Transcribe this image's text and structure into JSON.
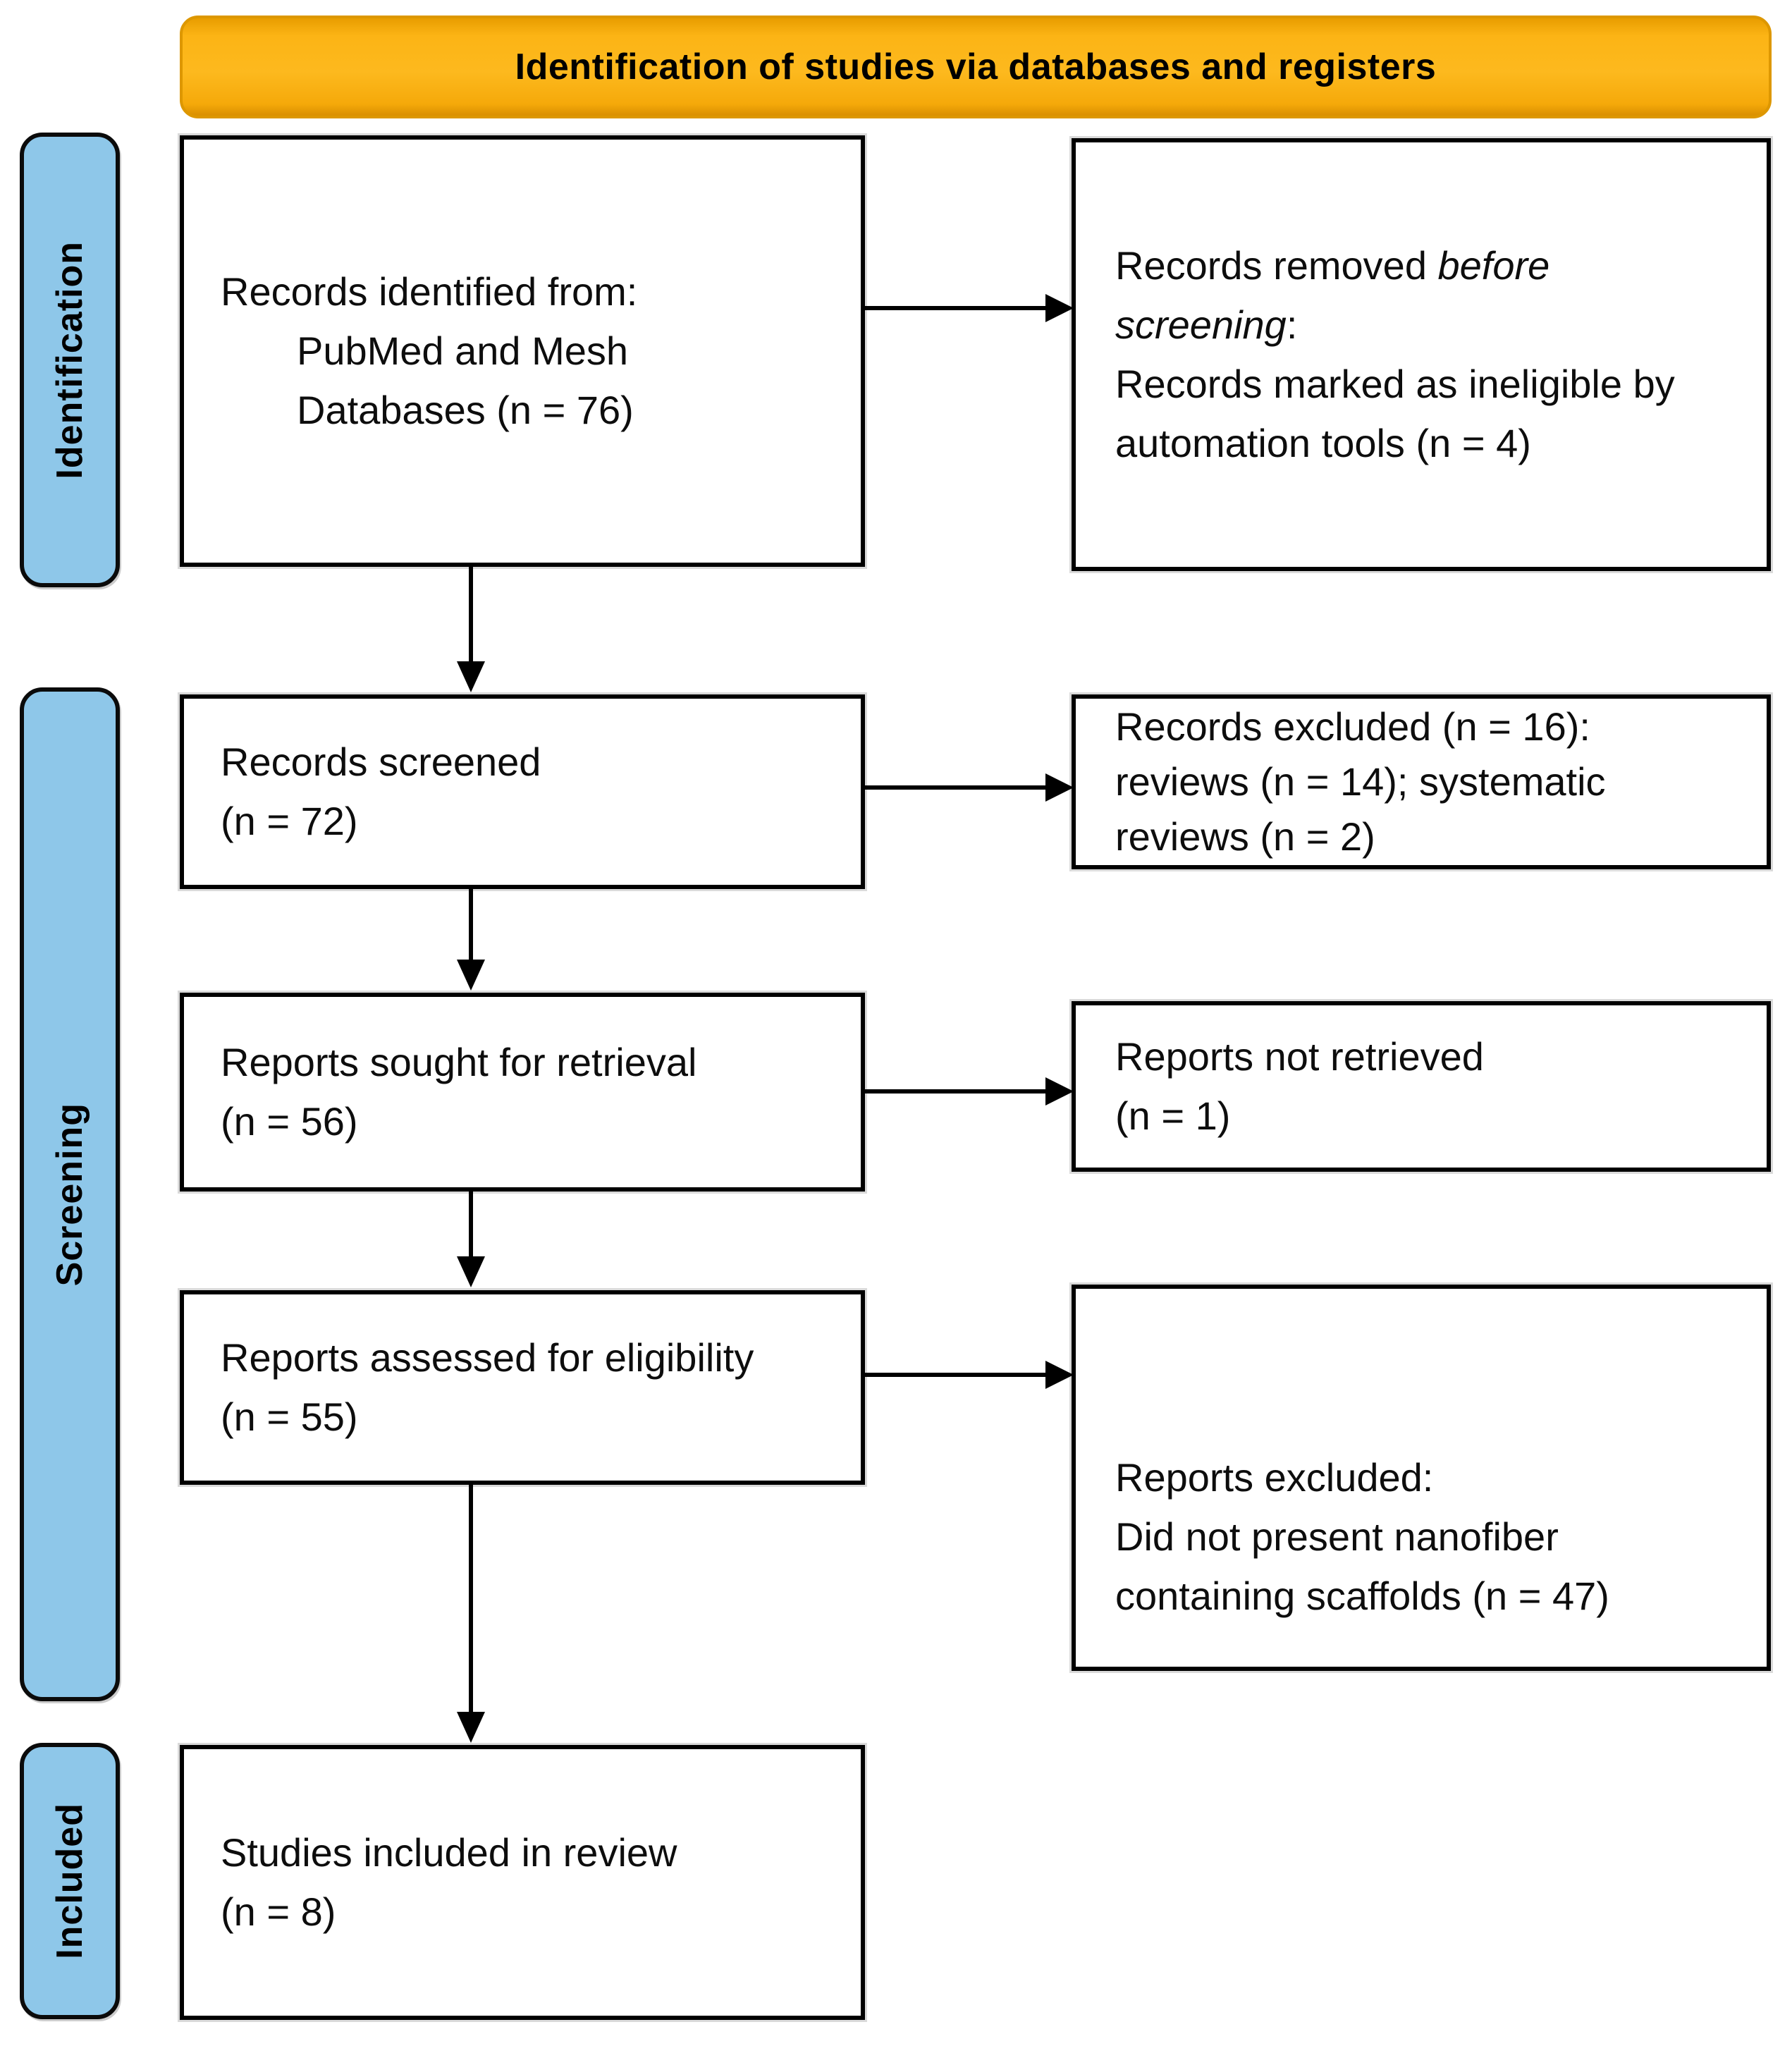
{
  "banner": {
    "title": "Identification of studies via databases and registers"
  },
  "colors": {
    "banner_fill": "#fcb415",
    "banner_border": "#dd9700",
    "stage_label_fill": "#8ec7e9",
    "box_border": "#000000",
    "arrow": "#000000",
    "background": "#ffffff"
  },
  "side_labels": {
    "identification": "Identification",
    "screening": "Screening",
    "included": "Included"
  },
  "boxes": {
    "records_identified": {
      "line1": "Records identified from:",
      "line2": "PubMed and Mesh",
      "line3": "Databases (n = 76)"
    },
    "records_removed": {
      "line1_plain": "Records removed ",
      "line1_italic": "before",
      "line2_italic": "screening",
      "line2_plain": ":",
      "line3": "Records marked as ineligible by",
      "line4": "automation tools (n = 4)"
    },
    "records_screened": {
      "line1": "Records screened",
      "line2": "(n = 72)"
    },
    "records_excluded": {
      "line1": "Records excluded (n = 16):",
      "line2": "reviews (n = 14); systematic",
      "line3": "reviews (n = 2)"
    },
    "reports_sought": {
      "line1": "Reports sought for retrieval",
      "line2": "(n = 56)"
    },
    "reports_not_retrieved": {
      "line1": "Reports not retrieved",
      "line2": "(n = 1)"
    },
    "reports_assessed": {
      "line1": "Reports assessed for eligibility",
      "line2": "(n = 55)"
    },
    "reports_excluded": {
      "line1": "Reports excluded:",
      "line2": "Did not present nanofiber",
      "line3": "containing scaffolds (n = 47)"
    },
    "studies_included": {
      "line1": "Studies included in review",
      "line2": "(n = 8)"
    }
  }
}
